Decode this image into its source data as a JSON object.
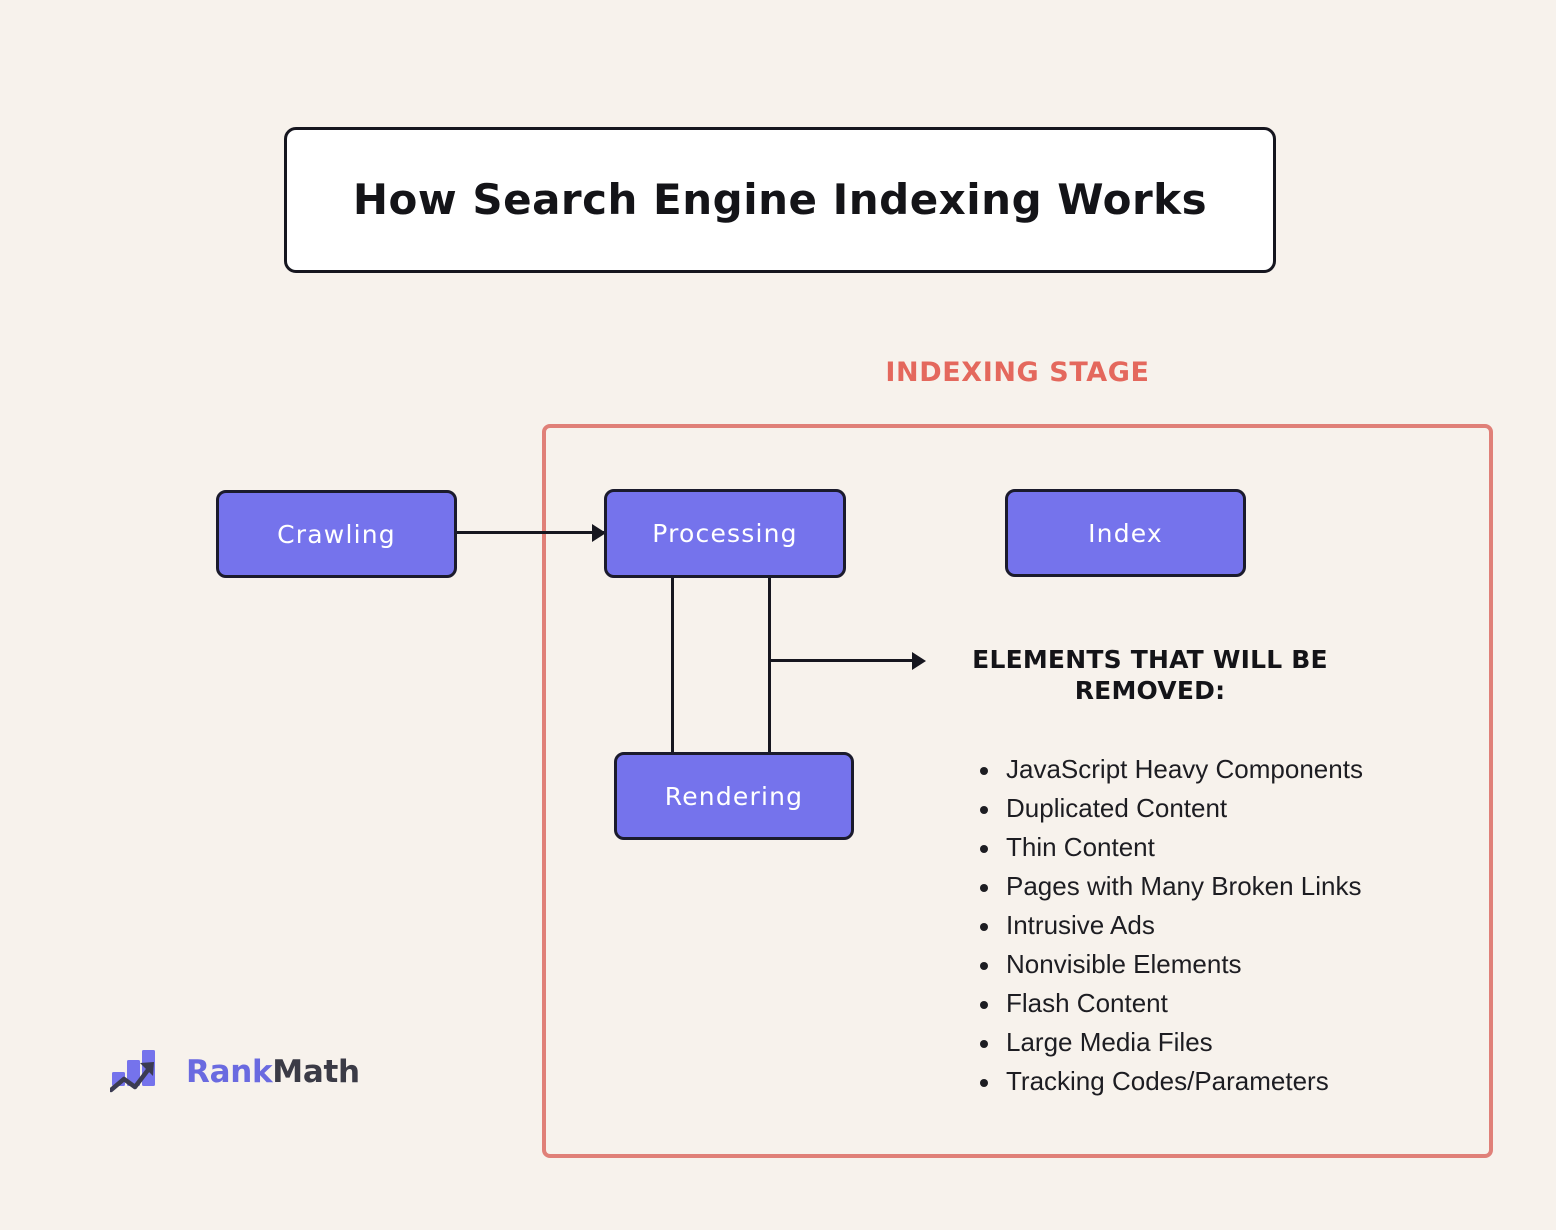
{
  "page": {
    "background_color": "#f7f2ec",
    "title": "How Search Engine Indexing Works"
  },
  "stage": {
    "label": "INDEXING STAGE",
    "label_color": "#e4685d",
    "frame_color": "#e08078"
  },
  "nodes": [
    {
      "id": "crawling",
      "label": "Crawling",
      "fill": "#7573ec",
      "border": "#1b1b2c",
      "text_color": "#ffffff"
    },
    {
      "id": "processing",
      "label": "Processing",
      "fill": "#7573ec",
      "border": "#1b1b2c",
      "text_color": "#ffffff"
    },
    {
      "id": "index",
      "label": "Index",
      "fill": "#7573ec",
      "border": "#1b1b2c",
      "text_color": "#ffffff"
    },
    {
      "id": "rendering",
      "label": "Rendering",
      "fill": "#7573ec",
      "border": "#1b1b2c",
      "text_color": "#ffffff"
    }
  ],
  "removed": {
    "heading": "ELEMENTS THAT WILL BE REMOVED:",
    "items": [
      "JavaScript Heavy Components",
      "Duplicated Content",
      "Thin Content",
      "Pages with Many Broken Links",
      "Intrusive Ads",
      "Nonvisible Elements",
      "Flash Content",
      "Large Media Files",
      "Tracking Codes/Parameters"
    ]
  },
  "brand": {
    "name_part1": "Rank",
    "name_part2": "Math",
    "color1": "#6a6ae0",
    "color2": "#3b3b46",
    "icon": "rankmath-bars-arrow-logo"
  }
}
